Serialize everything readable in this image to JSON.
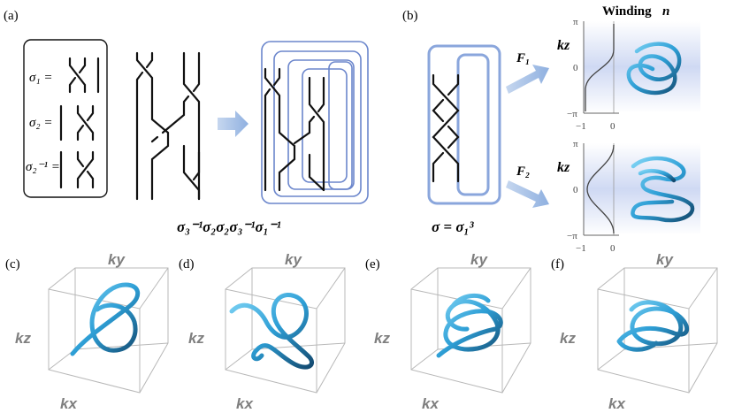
{
  "panels": {
    "a": "(a)",
    "b": "(b)",
    "c": "(c)",
    "d": "(d)",
    "e": "(e)",
    "f": "(f)"
  },
  "generators": {
    "sigma1": "σ₁ =",
    "sigma2": "σ₂ =",
    "sigma2inv": "σ₂⁻¹ ="
  },
  "word_a": "σ₃⁻¹σ₂σ₂σ₃⁻¹σ₁⁻¹",
  "word_b": "σ = σ₁³",
  "map_labels": {
    "f1": "F₁",
    "f2": "F₂"
  },
  "winding": {
    "title": "Winding",
    "symbol": "n"
  },
  "plot_ticks": {
    "y": [
      "π",
      "0",
      "−π"
    ],
    "x": [
      "−1",
      "0"
    ]
  },
  "kz_label": "kz",
  "axis_labels": {
    "kx": "kx",
    "ky": "ky",
    "kz": "kz"
  },
  "colors": {
    "knot": "#3aa7d8",
    "knot_dark": "#17557e",
    "arrow": "#9ebbe3",
    "loop": "#6b86cc"
  }
}
